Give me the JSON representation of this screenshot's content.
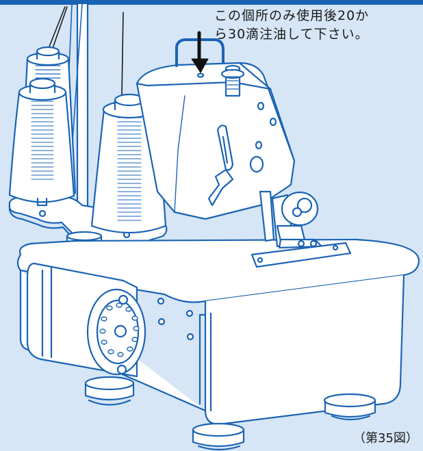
{
  "note": {
    "line1": "この個所のみ使用後20か",
    "line2": "ら30滴注油して下さい。"
  },
  "caption": "（第35図）",
  "colors": {
    "background": "#d6e6f6",
    "line": "#1a63b4",
    "white": "#ffffff",
    "text": "#1a1a1a",
    "band": "#1a63b4"
  }
}
